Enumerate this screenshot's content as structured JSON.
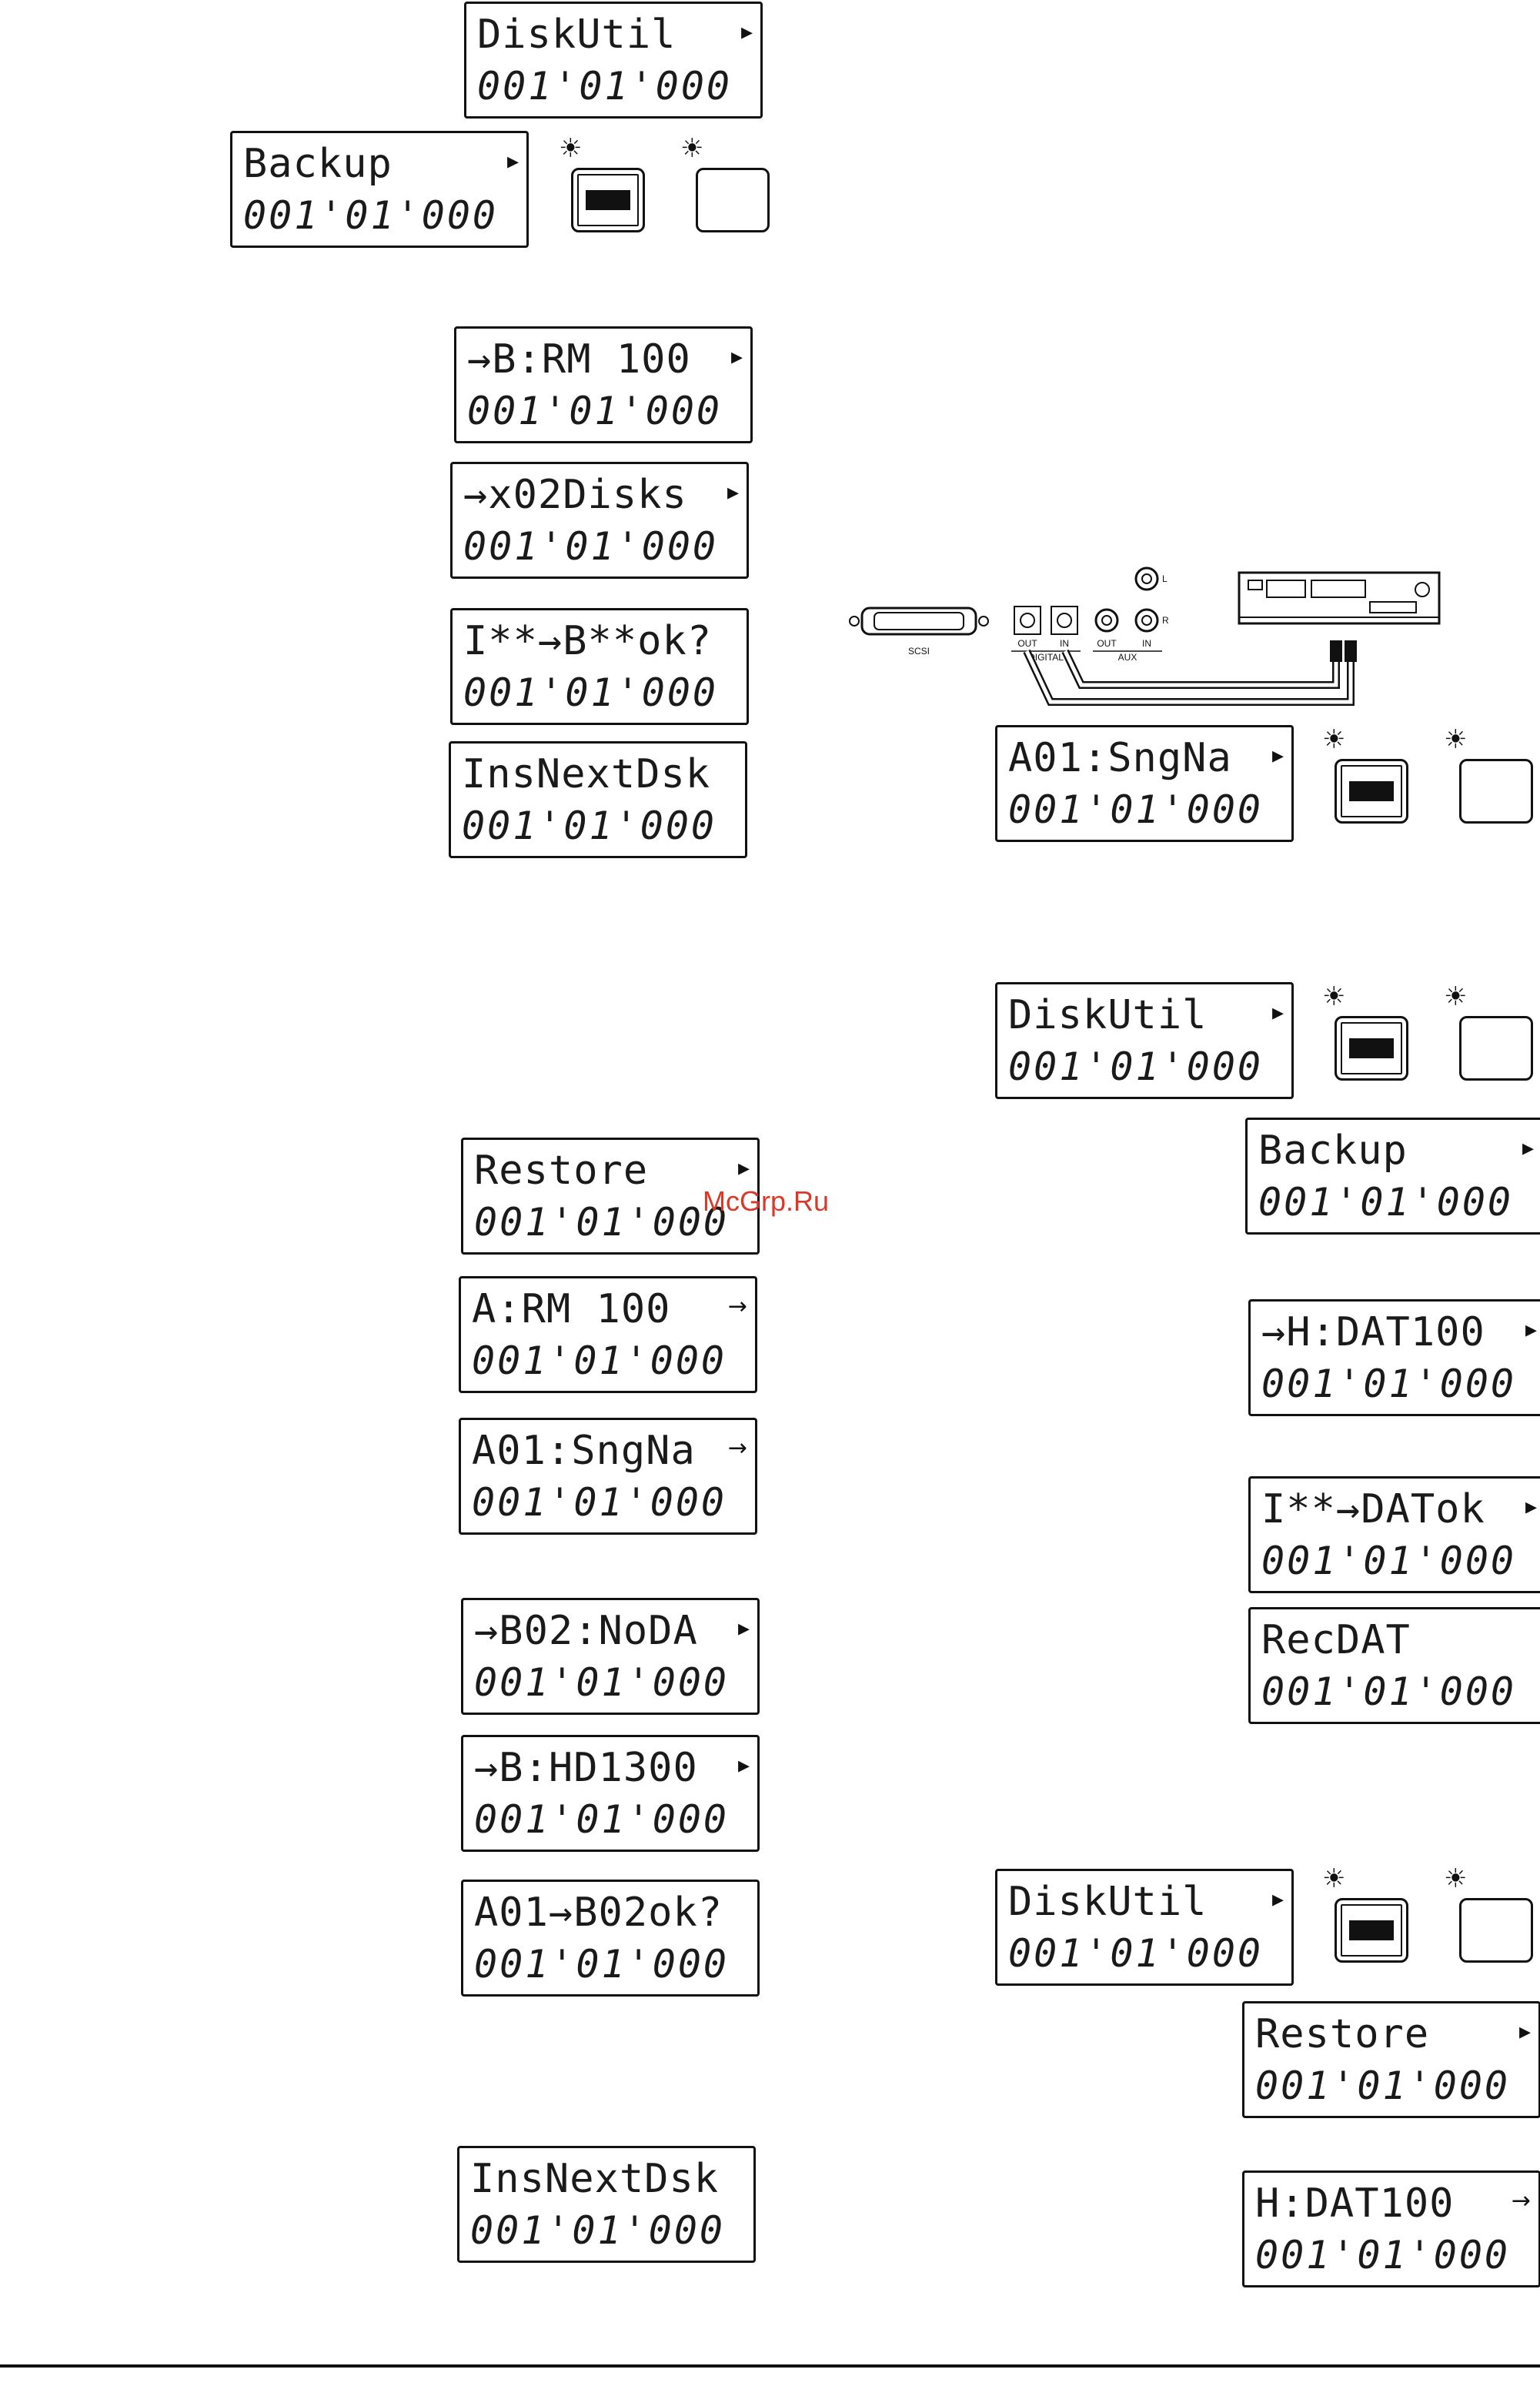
{
  "displays": [
    {
      "id": "d1",
      "line1": "DiskUtil",
      "line2": "001'01'000",
      "arrow": "▸"
    },
    {
      "id": "d2",
      "line1": "Backup",
      "line2": "001'01'000",
      "arrow": "▸"
    },
    {
      "id": "d3",
      "line1": "→B:RM 100",
      "line2": "001'01'000",
      "arrow": "▸"
    },
    {
      "id": "d4",
      "line1": "→x02Disks",
      "line2": "001'01'000",
      "arrow": "▸"
    },
    {
      "id": "d5",
      "line1": "I**→B**ok?",
      "line2": "001'01'000",
      "arrow": ""
    },
    {
      "id": "d6",
      "line1": "InsNextDsk",
      "line2": "001'01'000",
      "arrow": ""
    },
    {
      "id": "d7",
      "line1": "A01:SngNa",
      "line2": "001'01'000",
      "arrow": "▸"
    },
    {
      "id": "d8",
      "line1": "DiskUtil",
      "line2": "001'01'000",
      "arrow": "▸"
    },
    {
      "id": "d9",
      "line1": "Restore",
      "line2": "001'01'000",
      "arrow": "▸"
    },
    {
      "id": "d10",
      "line1": "Backup",
      "line2": "001'01'000",
      "arrow": "▸"
    },
    {
      "id": "d11",
      "line1": "A:RM 100",
      "line2": "001'01'000",
      "arrow": "→"
    },
    {
      "id": "d12",
      "line1": "A01:SngNa",
      "line2": "001'01'000",
      "arrow": "→"
    },
    {
      "id": "d13",
      "line1": "→H:DAT100",
      "line2": "001'01'000",
      "arrow": "▸"
    },
    {
      "id": "d14",
      "line1": "I**→DATok",
      "line2": "001'01'000",
      "arrow": "▸"
    },
    {
      "id": "d15",
      "line1": "RecDAT",
      "line2": "001'01'000",
      "arrow": ""
    },
    {
      "id": "d16",
      "line1": "→B02:NoDA",
      "line2": "001'01'000",
      "arrow": "▸"
    },
    {
      "id": "d17",
      "line1": "→B:HD1300",
      "line2": "001'01'000",
      "arrow": "▸"
    },
    {
      "id": "d18",
      "line1": "A01→B02ok?",
      "line2": "001'01'000",
      "arrow": ""
    },
    {
      "id": "d19",
      "line1": "DiskUtil",
      "line2": "001'01'000",
      "arrow": "▸"
    },
    {
      "id": "d20",
      "line1": "Restore",
      "line2": "001'01'000",
      "arrow": "▸"
    },
    {
      "id": "d21",
      "line1": "InsNextDsk",
      "line2": "001'01'000",
      "arrow": ""
    },
    {
      "id": "d22",
      "line1": "H:DAT100",
      "line2": "001'01'000",
      "arrow": "→"
    }
  ],
  "button_icon": "sun-indicator-icon",
  "rear_panel": {
    "scsi_label": "SCSI",
    "digital_label": "DIGITAL",
    "out_label": "OUT",
    "in_label": "IN",
    "aux_label": "AUX",
    "l_label": "L",
    "r_label": "R"
  },
  "watermark": "McGrp.Ru"
}
